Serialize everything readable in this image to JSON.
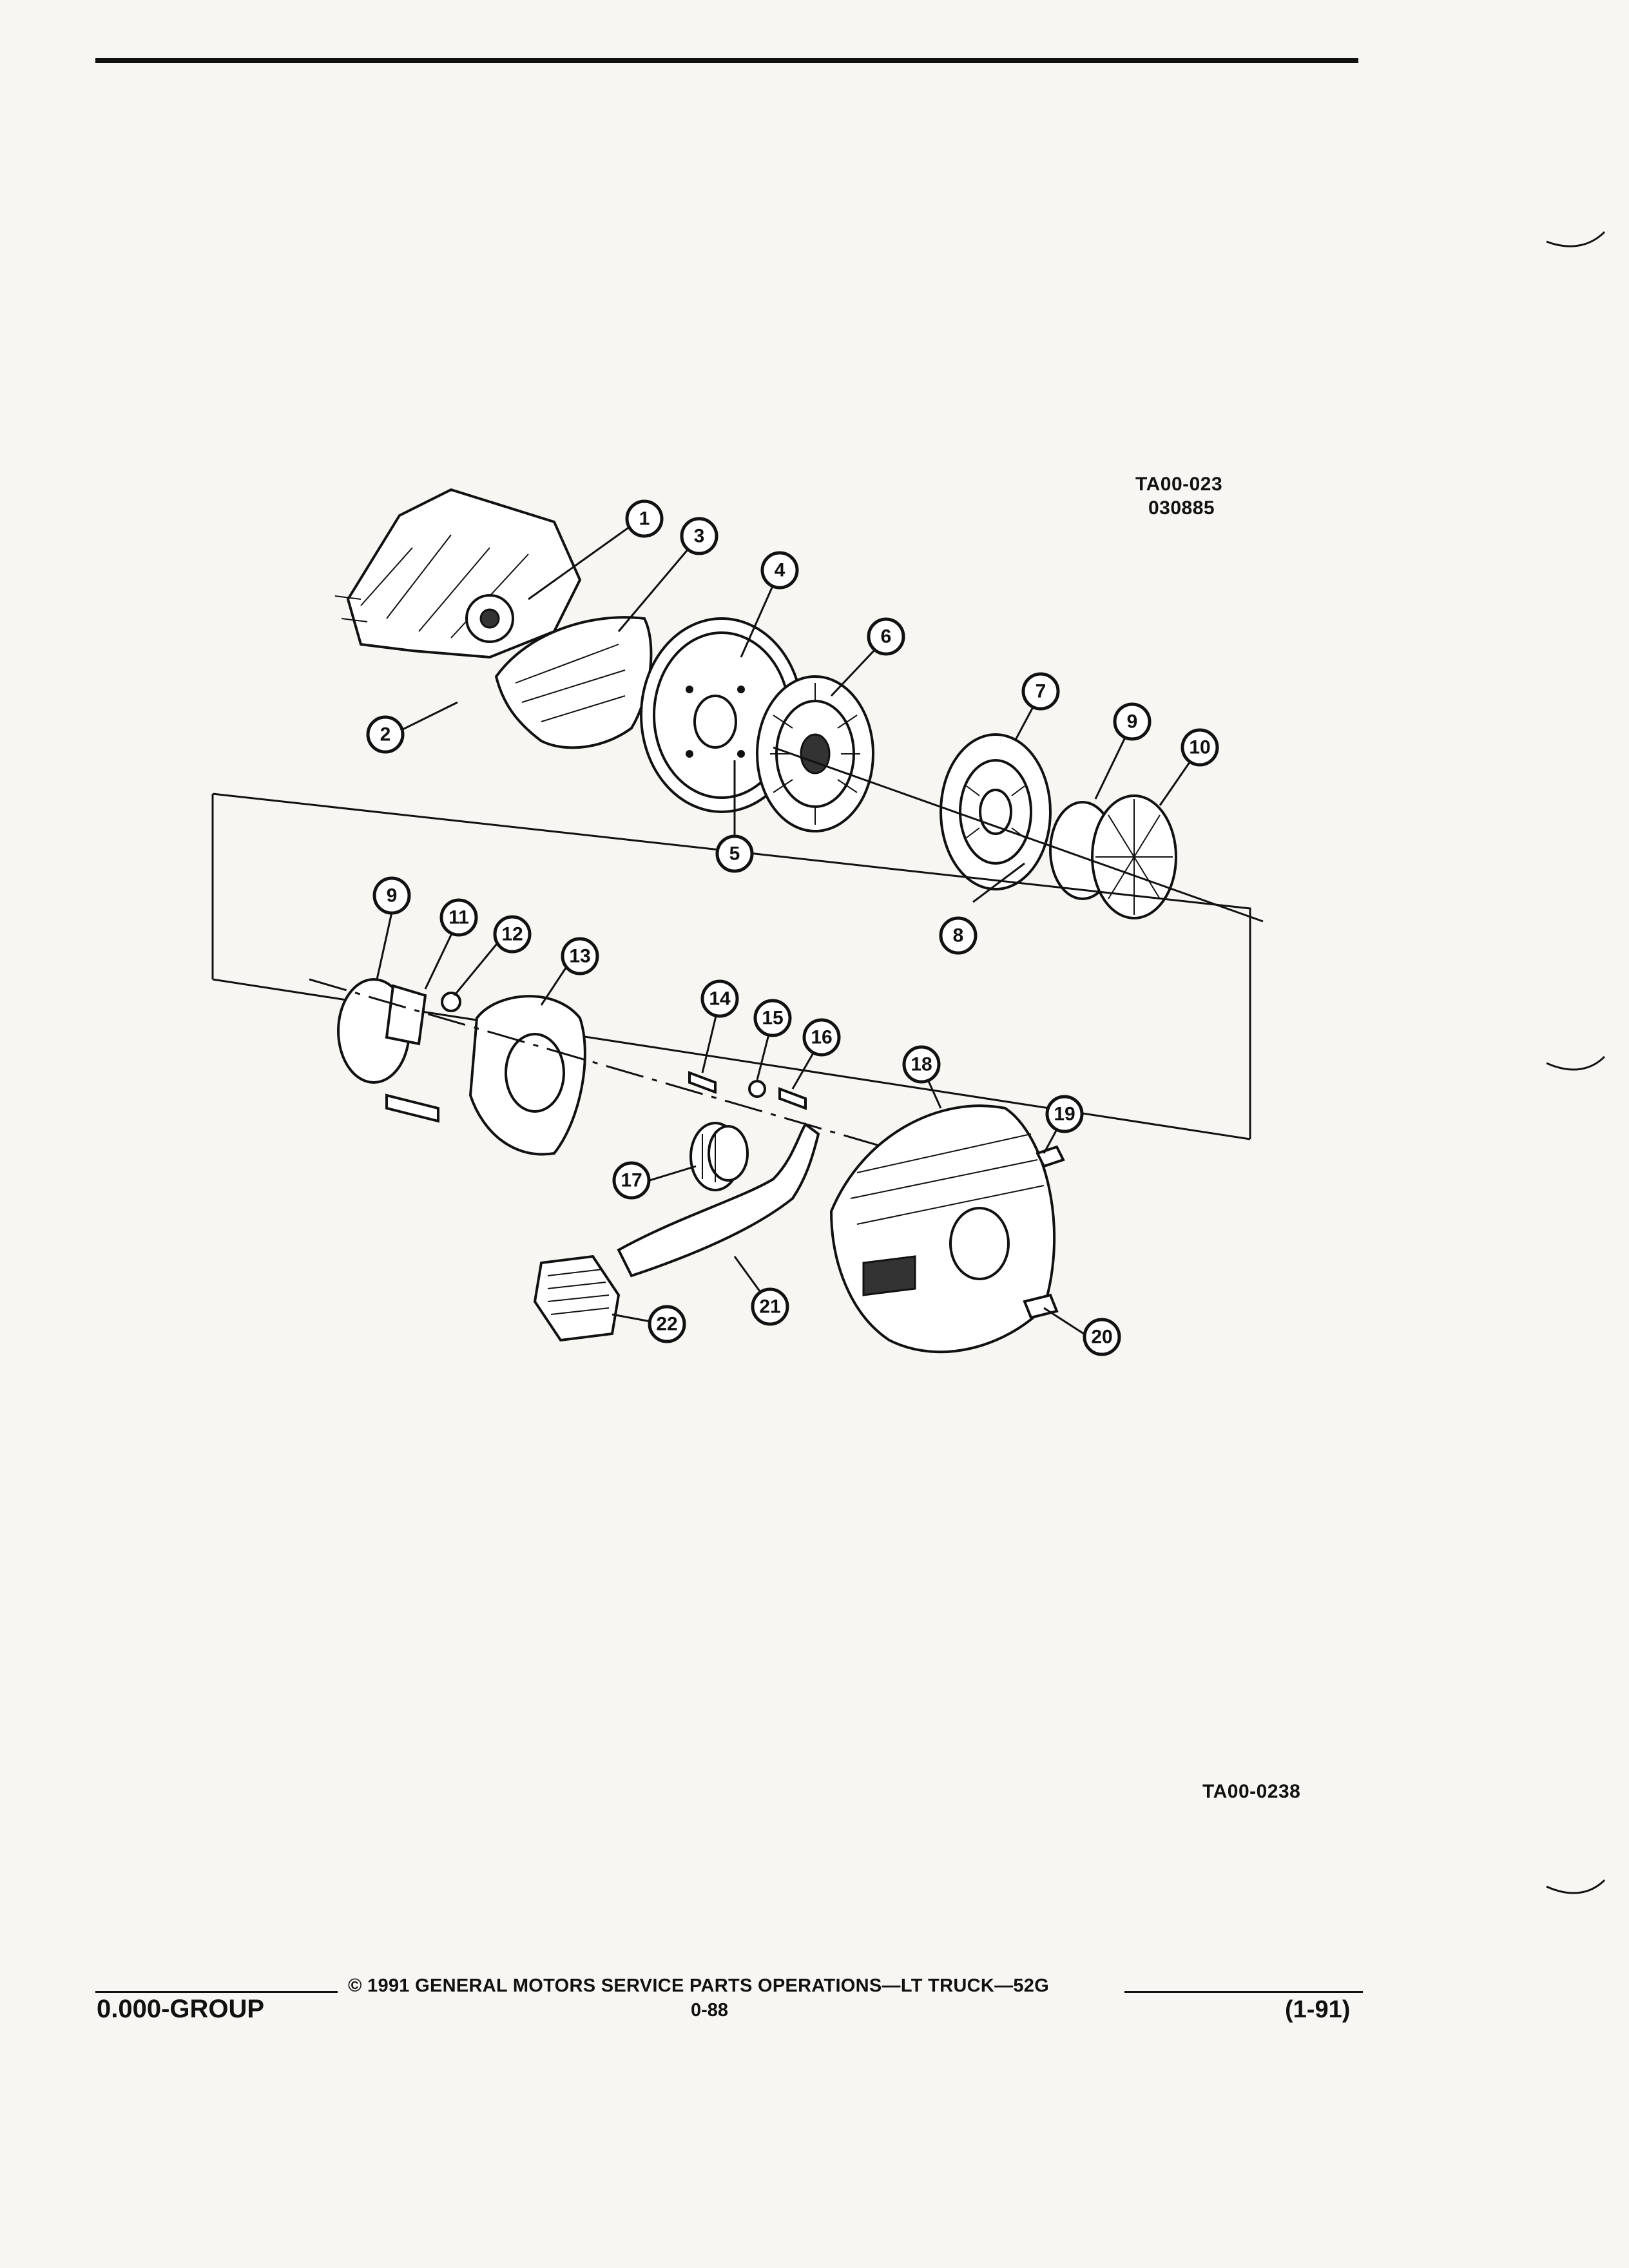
{
  "header": {
    "ref_code": "TA00-023",
    "ref_date": "030885"
  },
  "figure": {
    "figure_code": "TA00-0238",
    "callouts": [
      {
        "id": "c1",
        "label": "1"
      },
      {
        "id": "c2",
        "label": "2"
      },
      {
        "id": "c3",
        "label": "3"
      },
      {
        "id": "c4",
        "label": "4"
      },
      {
        "id": "c5",
        "label": "5"
      },
      {
        "id": "c6",
        "label": "6"
      },
      {
        "id": "c7",
        "label": "7"
      },
      {
        "id": "c8",
        "label": "8"
      },
      {
        "id": "c9a",
        "label": "9"
      },
      {
        "id": "c10",
        "label": "10"
      },
      {
        "id": "c9b",
        "label": "9"
      },
      {
        "id": "c11",
        "label": "11"
      },
      {
        "id": "c12",
        "label": "12"
      },
      {
        "id": "c13",
        "label": "13"
      },
      {
        "id": "c14",
        "label": "14"
      },
      {
        "id": "c15",
        "label": "15"
      },
      {
        "id": "c16",
        "label": "16"
      },
      {
        "id": "c17",
        "label": "17"
      },
      {
        "id": "c18",
        "label": "18"
      },
      {
        "id": "c19",
        "label": "19"
      },
      {
        "id": "c20",
        "label": "20"
      },
      {
        "id": "c21",
        "label": "21"
      },
      {
        "id": "c22",
        "label": "22"
      }
    ]
  },
  "footer": {
    "copyright": "© 1991 GENERAL MOTORS SERVICE PARTS OPERATIONS—LT TRUCK—52G",
    "group": "0.000-GROUP",
    "page": "0-88",
    "date_code": "(1-91)"
  }
}
